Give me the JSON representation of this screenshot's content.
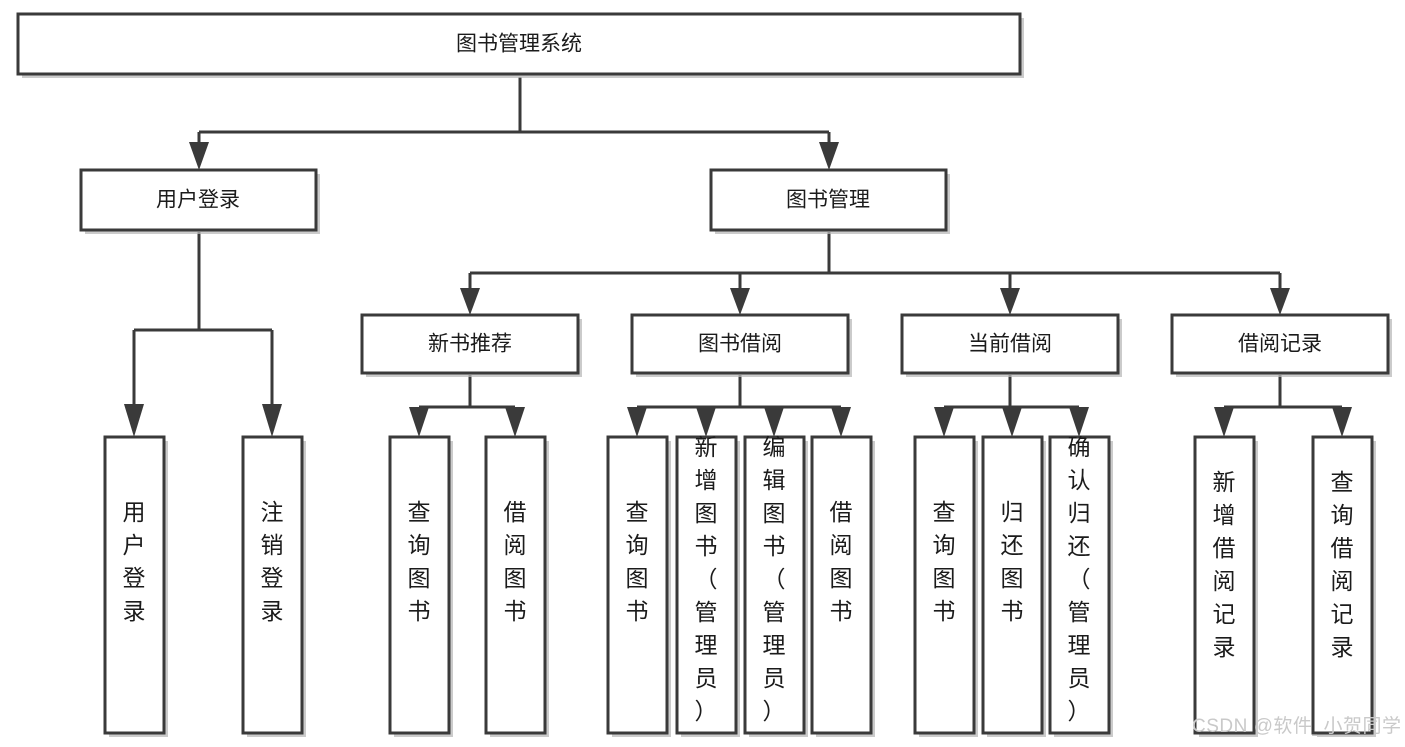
{
  "diagram": {
    "type": "tree",
    "title": "图书管理系统",
    "orientation": "top-down",
    "colors": {
      "box_fill": "#ffffff",
      "box_stroke": "#3a3a3a",
      "edge": "#3a3a3a",
      "text": "#1b1b1b",
      "watermark": "#c9c9c9"
    },
    "levels": {
      "level0": {
        "label": "level-0-root"
      },
      "level1": {
        "label": "level-1-modules"
      },
      "level2": {
        "label": "level-2-submodules"
      },
      "level3": {
        "label": "level-3-functions"
      }
    },
    "nodes": {
      "root": {
        "id": "root",
        "label": "图书管理系统",
        "orient": "horizontal"
      },
      "user_login": {
        "id": "user-login",
        "label": "用户登录",
        "orient": "horizontal"
      },
      "book_manage": {
        "id": "book-manage",
        "label": "图书管理",
        "orient": "horizontal"
      },
      "new_book_rec": {
        "id": "new-book-recommend",
        "label": "新书推荐",
        "orient": "horizontal"
      },
      "book_borrow": {
        "id": "book-borrow",
        "label": "图书借阅",
        "orient": "horizontal"
      },
      "current_borrow": {
        "id": "current-borrow",
        "label": "当前借阅",
        "orient": "horizontal"
      },
      "borrow_record": {
        "id": "borrow-record",
        "label": "借阅记录",
        "orient": "horizontal"
      },
      "leaf_user_login": {
        "id": "leaf-user-login",
        "label": "用户登录",
        "orient": "vertical"
      },
      "leaf_logout": {
        "id": "leaf-logout",
        "label": "注销登录",
        "orient": "vertical"
      },
      "leaf_query_book_a": {
        "id": "leaf-query-book-a",
        "label": "查询图书",
        "orient": "vertical"
      },
      "leaf_borrow_book_a": {
        "id": "leaf-borrow-book-a",
        "label": "借阅图书",
        "orient": "vertical"
      },
      "leaf_query_book_b": {
        "id": "leaf-query-book-b",
        "label": "查询图书",
        "orient": "vertical"
      },
      "leaf_add_book": {
        "id": "leaf-add-book",
        "label": "新增图书（管理员）",
        "orient": "vertical"
      },
      "leaf_edit_book": {
        "id": "leaf-edit-book",
        "label": "编辑图书（管理员）",
        "orient": "vertical"
      },
      "leaf_borrow_book_b": {
        "id": "leaf-borrow-book-b",
        "label": "借阅图书",
        "orient": "vertical"
      },
      "leaf_query_book_c": {
        "id": "leaf-query-book-c",
        "label": "查询图书",
        "orient": "vertical"
      },
      "leaf_return_book": {
        "id": "leaf-return-book",
        "label": "归还图书",
        "orient": "vertical"
      },
      "leaf_confirm_return": {
        "id": "leaf-confirm-return",
        "label": "确认归还（管理员）",
        "orient": "vertical"
      },
      "leaf_add_record": {
        "id": "leaf-add-record",
        "label": "新增借阅记录",
        "orient": "vertical"
      },
      "leaf_query_record": {
        "id": "leaf-query-record",
        "label": "查询借阅记录",
        "orient": "vertical"
      }
    },
    "edges": [
      {
        "from": "root",
        "to": "user_login"
      },
      {
        "from": "root",
        "to": "book_manage"
      },
      {
        "from": "user_login",
        "to": "leaf_user_login"
      },
      {
        "from": "user_login",
        "to": "leaf_logout"
      },
      {
        "from": "book_manage",
        "to": "new_book_rec"
      },
      {
        "from": "book_manage",
        "to": "book_borrow"
      },
      {
        "from": "book_manage",
        "to": "current_borrow"
      },
      {
        "from": "book_manage",
        "to": "borrow_record"
      },
      {
        "from": "new_book_rec",
        "to": "leaf_query_book_a"
      },
      {
        "from": "new_book_rec",
        "to": "leaf_borrow_book_a"
      },
      {
        "from": "book_borrow",
        "to": "leaf_query_book_b"
      },
      {
        "from": "book_borrow",
        "to": "leaf_add_book"
      },
      {
        "from": "book_borrow",
        "to": "leaf_edit_book"
      },
      {
        "from": "book_borrow",
        "to": "leaf_borrow_book_b"
      },
      {
        "from": "current_borrow",
        "to": "leaf_query_book_c"
      },
      {
        "from": "current_borrow",
        "to": "leaf_return_book"
      },
      {
        "from": "current_borrow",
        "to": "leaf_confirm_return"
      },
      {
        "from": "borrow_record",
        "to": "leaf_add_record"
      },
      {
        "from": "borrow_record",
        "to": "leaf_query_record"
      }
    ]
  },
  "watermark": {
    "text": "CSDN @软件_小贺同学"
  }
}
